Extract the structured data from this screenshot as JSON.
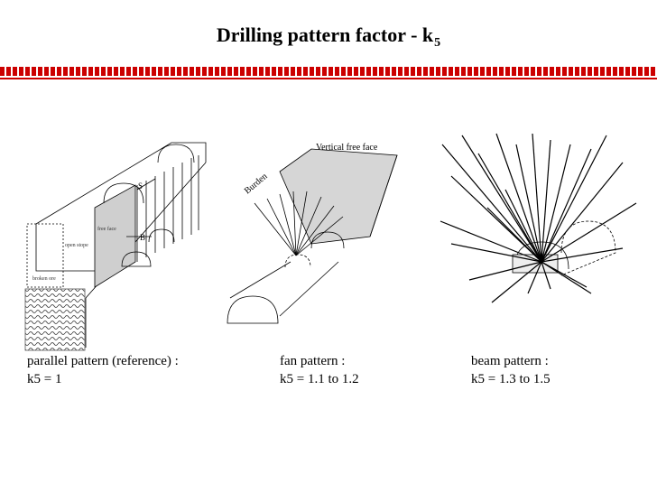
{
  "title": {
    "text": "Drilling pattern factor - k",
    "subscript": "5"
  },
  "accent_color": "#cc0000",
  "figures": {
    "parallel": {
      "labels": {
        "spacing": "S",
        "burden": "B",
        "free_face": "free face",
        "open_stope": "open stope",
        "broken_ore": "broken ore"
      },
      "caption_line1": "parallel pattern (reference) :",
      "caption_line2": "k5 = 1"
    },
    "fan": {
      "labels": {
        "vertical_free_face": "Vertical free face",
        "burden": "Burden"
      },
      "caption_line1": "fan pattern :",
      "caption_line2": "k5 = 1.1 to 1.2"
    },
    "beam": {
      "caption_line1": "beam pattern :",
      "caption_line2": "k5 = 1.3 to 1.5"
    }
  }
}
